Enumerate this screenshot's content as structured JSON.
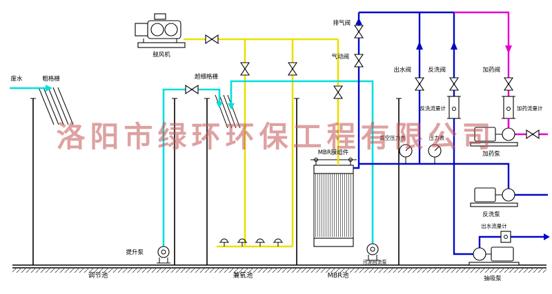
{
  "diagram": {
    "watermark": "洛阳市绿环环保工程有限公司",
    "labels": {
      "wastewater": "废水",
      "coarse_screen": "粗格栅",
      "blower": "鼓风机",
      "fine_screen": "超细格栅",
      "lift_pump": "提升泵",
      "exhaust_valve": "排气阀",
      "pneumatic_valve": "气动阀",
      "outlet_valve": "出水阀",
      "backwash_valve": "反洗阀",
      "dosing_valve": "加药阀",
      "backwash_flowmeter": "反洗流量计",
      "dosing_flowmeter": "加药流量计",
      "vacuum_gauge": "真空压力表",
      "pressure_gauge": "压力表",
      "dosing_pump": "加药泵",
      "backwash_pump": "反洗泵",
      "outlet_flowmeter": "出水流量计",
      "suction_pump": "抽吸泵",
      "sludge_return_pump": "污泥回流泵",
      "mbr_module": "MBR膜组件",
      "tank_regulating": "调节池",
      "tank_facultative": "兼氧池",
      "tank_mbr": "MBR池"
    },
    "colors": {
      "water_line": "#00dede",
      "air_line": "#ecdf00",
      "permeate_line": "#0008c8",
      "dosing_line": "#e400cf",
      "structure_line": "#000000",
      "watermark": "#c25454"
    }
  }
}
